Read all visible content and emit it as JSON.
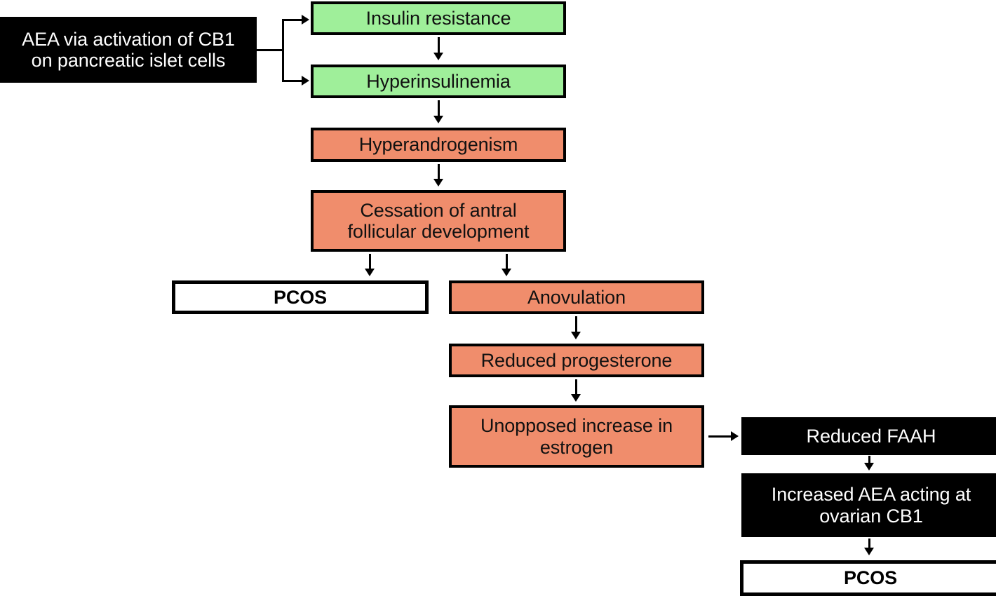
{
  "diagram": {
    "title": "PCOS pathway flowchart",
    "colors": {
      "green_fill": "#9FEF9A",
      "salmon_fill": "#F08D6C",
      "black_fill": "#000000",
      "white_fill": "#FFFFFF",
      "stroke": "#000000"
    },
    "nodes": [
      {
        "id": "aea-pancreatic",
        "label": "AEA via activation of CB1\non pancreatic islet cells",
        "style": "black"
      },
      {
        "id": "insulin-resistance",
        "label": "Insulin resistance",
        "style": "green"
      },
      {
        "id": "hyperinsulinemia",
        "label": "Hyperinsulinemia",
        "style": "green"
      },
      {
        "id": "hyperandrogenism",
        "label": "Hyperandrogenism",
        "style": "salmon"
      },
      {
        "id": "cessation-antral",
        "label": "Cessation of antral\nfollicular development",
        "style": "salmon"
      },
      {
        "id": "pcos-left",
        "label": "PCOS",
        "style": "white"
      },
      {
        "id": "anovulation",
        "label": "Anovulation",
        "style": "salmon"
      },
      {
        "id": "reduced-progesterone",
        "label": "Reduced progesterone",
        "style": "salmon"
      },
      {
        "id": "unopposed-estrogen",
        "label": "Unopposed increase in\nestrogen",
        "style": "salmon"
      },
      {
        "id": "reduced-faah",
        "label": "Reduced FAAH",
        "style": "black"
      },
      {
        "id": "increased-aea-ovarian",
        "label": "Increased AEA acting at\novarian CB1",
        "style": "black"
      },
      {
        "id": "pcos-right",
        "label": "PCOS",
        "style": "white"
      }
    ],
    "edges": [
      {
        "from": "aea-pancreatic",
        "to": "insulin-resistance",
        "kind": "branch-right"
      },
      {
        "from": "aea-pancreatic",
        "to": "hyperinsulinemia",
        "kind": "branch-right"
      },
      {
        "from": "insulin-resistance",
        "to": "hyperinsulinemia",
        "kind": "down"
      },
      {
        "from": "hyperinsulinemia",
        "to": "hyperandrogenism",
        "kind": "down"
      },
      {
        "from": "hyperandrogenism",
        "to": "cessation-antral",
        "kind": "down"
      },
      {
        "from": "cessation-antral",
        "to": "pcos-left",
        "kind": "down"
      },
      {
        "from": "cessation-antral",
        "to": "anovulation",
        "kind": "down"
      },
      {
        "from": "anovulation",
        "to": "reduced-progesterone",
        "kind": "down"
      },
      {
        "from": "reduced-progesterone",
        "to": "unopposed-estrogen",
        "kind": "down"
      },
      {
        "from": "unopposed-estrogen",
        "to": "reduced-faah",
        "kind": "right"
      },
      {
        "from": "reduced-faah",
        "to": "increased-aea-ovarian",
        "kind": "down"
      },
      {
        "from": "increased-aea-ovarian",
        "to": "pcos-right",
        "kind": "down"
      }
    ]
  }
}
